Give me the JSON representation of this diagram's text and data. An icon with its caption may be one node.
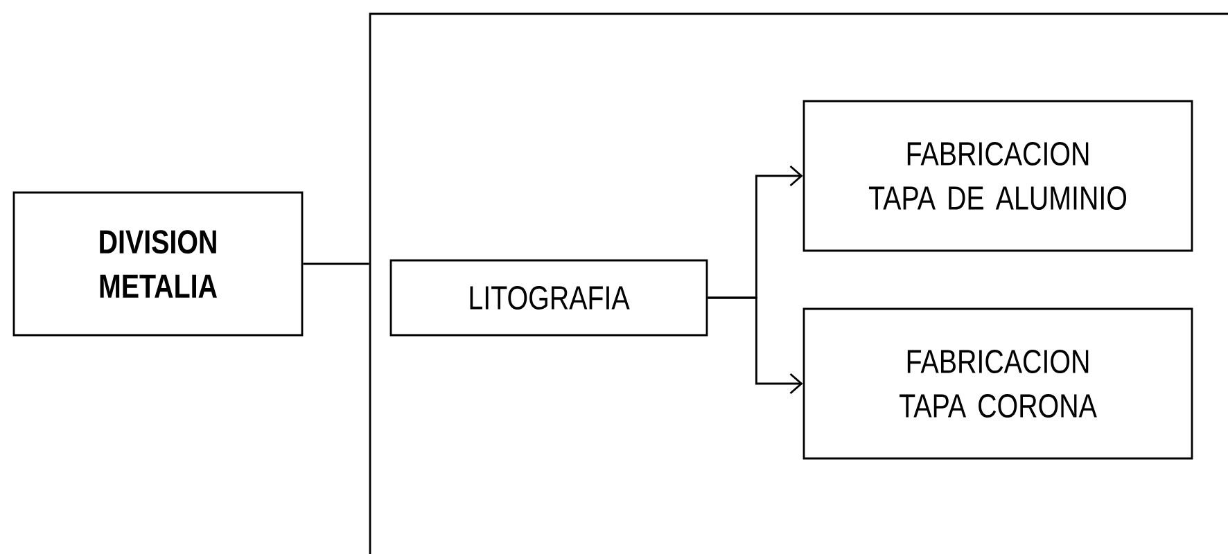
{
  "diagram": {
    "nodes": [
      {
        "text": [
          "DIVISION METALIA"
        ]
      },
      {
        "text": [],
        "shape": "box"
      },
      {
        "text": [
          "LITOGRAFIA"
        ],
        "in": 1
      },
      {
        "text": [
          "FABRICACION TAPA DE ALUMINIO"
        ],
        "in": 1
      },
      {
        "text": [
          "FABRICACION TAPA CORONA"
        ],
        "in": 1
      }
    ],
    "edges": [
      {
        "from": 0,
        "to": 1,
        "arrow": "none"
      },
      {
        "from": 2,
        "to": 3,
        "arrow": "to"
      },
      {
        "from": 2,
        "to": 4,
        "arrow": "to"
      }
    ]
  }
}
